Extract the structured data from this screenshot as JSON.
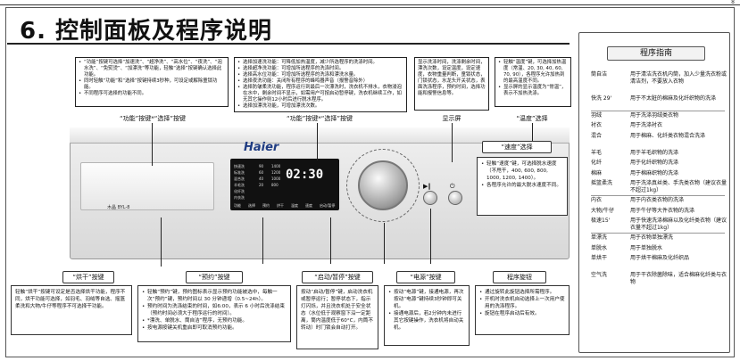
{
  "page": {
    "corner_number": "8",
    "title": "6. 控制面板及程序说明"
  },
  "notes_top": {
    "function_note": [
      "“功能”按键可选择“加速洗”、“超净洗”、“高水位”、“夜洗”、“泡水洗”、“免熨烫”、“加漂洗”等功能，轻触“选择”按键确认选择此功能。",
      "同时轻触“功能”和“选择”按键持续3秒种，可设定或解除童锁功能。",
      "不同程序可选择的功能不同。"
    ],
    "select_note": [
      "选择加速洗功能：可降低加热温度，减少所选程序的洗涤时间。",
      "选择超净洗功能：可增加所选程序的洗涤时间。",
      "选择高水位功能：可增加所选程序的洗涤和漂洗水量。",
      "选择夜洗功能：关闭所有程序的蜂鸣器声音（报警音除外）",
      "选择防皱柔洗功能，程序运行到最后一次漂洗时，洗衣机不排水，衣物浸泡在水中，剩余时间不显示，如需用户可按启动暂停键，洗衣机继续工作，如无其它操作则12小时后进行脱水程序。",
      "选择加漂洗功能，可增加漂洗次数。"
    ],
    "display_note": "显示洗涤时间，洗涤剩余时间，漂洗次数，设定温度，设定速度，衣物重量判断，童锁状态，门锁状态，水龙头开关状态，表面洗涤程序，预约时间，选择功能和报警信息等。",
    "temp_note": [
      "轻触“温度”键，可选择加热温度（常温、20, 30, 40, 60, 70, 90），各程序允许加热到的最高温度不同。",
      "显示屏的显示温度为“常温”，表示不加热洗涤。"
    ],
    "cap_function": "“功能”按键*“选择”按键",
    "cap_select": "“功能”按键*“选择”按键",
    "cap_display": "显示屏",
    "cap_temp": "“温度”选择"
  },
  "machine": {
    "brand": "Haier",
    "drawer_label": "木晶 BYL-8",
    "panel_rows": [
      "快速洗",
      "标准洗",
      "混合洗",
      "羊毛洗",
      "化纤洗",
      "内衣洗"
    ],
    "speeds": [
      "1400",
      "1200",
      "1000",
      "800"
    ],
    "temps": [
      "90",
      "60",
      "40",
      "20"
    ],
    "display_digits": "02:30",
    "button_labels": [
      "功能",
      "选择",
      "预约",
      "烘干",
      "温度",
      "速度",
      "启动/暂停"
    ]
  },
  "speed_box": {
    "cap": "“速度”选择",
    "items": [
      "轻触“速度”键，可选择脱水速度（不甩干，400, 600, 800, 1000, 1200, 1400）。",
      "各程序允许的最大脱水速度不同。"
    ]
  },
  "bottom": {
    "dry": {
      "cap": "“烘干”按键",
      "text": "轻触“烘干”按键可设定是否选择烘干功能，程序不同，烘干功能可选择，如羽毛、羽绒等自选、摇篮柔洗和大物/牛仔等程序不可选择干功能。"
    },
    "delay": {
      "cap": "“预约”按键",
      "items": [
        "轻触“预约”键，预约图标表示显示预约功能被选中，每触一次“预约”键，预约时间以 30 分钟递增（0.5~24h）。",
        "预约时间为洗涤结束的时间，如6:00，表示 6 小时后洗涤结束（预约时间必须大于程序运行的时间）。",
        "*漂洗、单脱水、筒自洁”程序，无预约功能。",
        "按电源按键关机重启即可取消预约功能。"
      ]
    },
    "start": {
      "cap": "“启动/暂停”按键",
      "text": "按动“启动/暂停”键，启动洗衣机或暂停运行；暂停状态下，指示灯闪烁，并且洗衣机处于安全状态（水位低于观察窗下沿一定距离，筒内温度低于60°C，内筒不转动）时门锁会自动打开。"
    },
    "power": {
      "cap": "“电源”按键",
      "items": [
        "按动“电源”键，接通电源，再次按动“电源”键持续3秒钟即可关机。",
        "接通电源后，若2分钟内未进行其它按键操作，洗衣机将自动关机。"
      ]
    },
    "knob": {
      "cap": "程序旋钮",
      "items": [
        "通过旋转此旋钮选择所需程序。",
        "开机时洗衣机自动选择上一次用户使用的洗涤程序。",
        "旋钮在程序启动后有效。"
      ]
    }
  },
  "guide": {
    "title": "程序指南",
    "rows": [
      {
        "k": "筒自洁",
        "v": "用于清洁洗衣机内筒，加入少量洗衣粉或清洁剂，不要放入衣物"
      },
      {
        "k": "快洗 29'",
        "v": "用于不太脏的棉麻及化纤织物的洗涤"
      },
      {
        "k": "羽绒",
        "v": "用于洗涤羽绒类衣物"
      },
      {
        "k": "衬衣",
        "v": "用于洗涤衬衣"
      },
      {
        "k": "混合",
        "v": "用于棉麻、化纤类衣物混合洗涤"
      },
      {
        "k": "羊毛",
        "v": "用于羊毛织物的洗涤"
      },
      {
        "k": "化纤",
        "v": "用于化纤织物的洗涤"
      },
      {
        "k": "棉麻",
        "v": "用于棉麻织物的洗涤"
      },
      {
        "k": "摇篮柔洗",
        "v": "用于洗涤真丝类、手洗类衣物（建议衣量不超过1kg）"
      },
      {
        "k": "内衣",
        "v": "用于内衣类衣物的洗涤"
      },
      {
        "k": "大物/牛仔",
        "v": "用于牛仔等大件衣物的洗涤"
      },
      {
        "k": "极速15'",
        "v": "用于快速洗涤棉麻以及化纤类衣物（建议衣量不超过1kg）"
      },
      {
        "k": "单漂洗",
        "v": "用于衣物单独漂洗"
      },
      {
        "k": "单脱水",
        "v": "用于单独脱水"
      },
      {
        "k": "单烘干",
        "v": "用于烘干棉麻及化纤织品"
      },
      {
        "k": "空气洗",
        "v": "用于干衣除菌除味，适合棉麻化纤类与衣物"
      }
    ]
  }
}
